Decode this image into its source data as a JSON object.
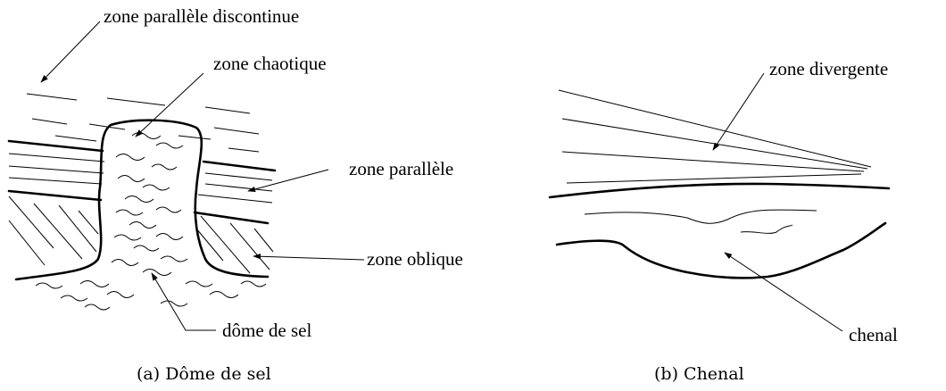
{
  "panel_a": {
    "caption": "(a) Dôme de sel",
    "labels": {
      "parallel_discontinuous": "zone parallèle discontinue",
      "chaotic": "zone chaotique",
      "parallel": "zone parallèle",
      "oblique": "zone oblique",
      "salt_dome": "dôme de sel"
    }
  },
  "panel_b": {
    "caption": "(b) Chenal",
    "labels": {
      "divergent": "zone divergente",
      "channel": "chenal"
    }
  }
}
